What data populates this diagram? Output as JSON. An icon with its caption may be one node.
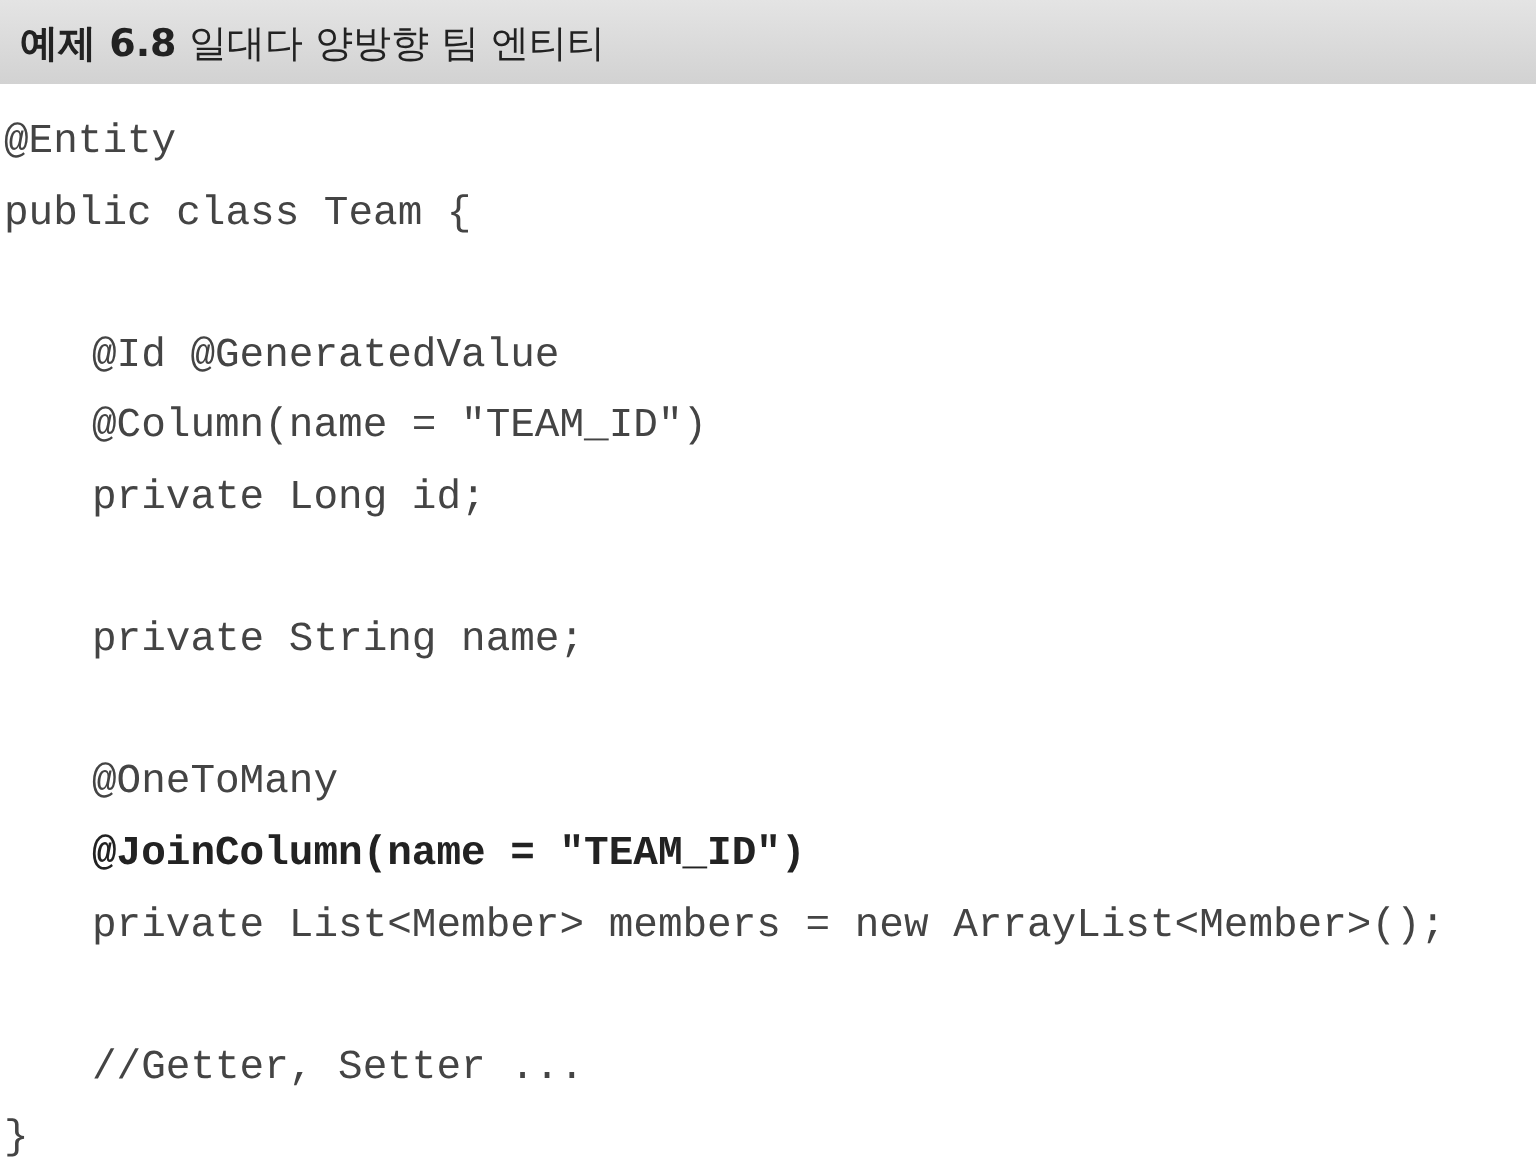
{
  "diagram": {
    "title": "**예제 6.8** 일대다 양방향 팀 엔티티",
    "labels": [
      "@Entity",
      "public class Team {",
      "@Id @GeneratedValue",
      "@Column(name = \"TEAM_ID\")",
      "private Long id;",
      "private String name;",
      "@OneToMany",
      "@JoinColumn(name = \"TEAM_ID\")",
      "private List<Member> members = new ArrayList<Member>();",
      "//Getter, Setter ...",
      "}"
    ]
  }
}
